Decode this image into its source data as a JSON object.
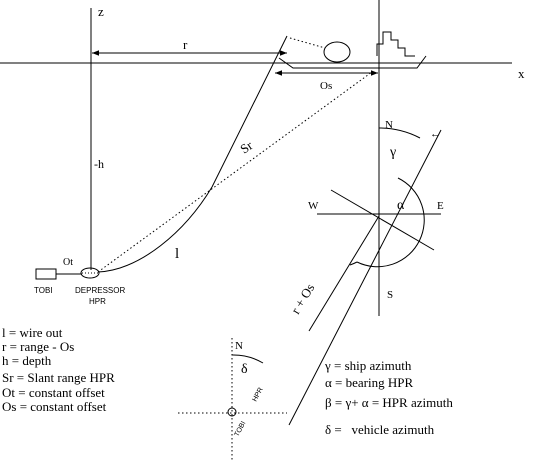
{
  "axes": {
    "z": "z",
    "x": "x",
    "depth": "-h"
  },
  "labels": {
    "range": "r",
    "os": "Os",
    "slant": "Sr",
    "wire": "l",
    "ot": "Ot",
    "tobi": "TOBI",
    "depressor": "DEPRESSOR",
    "hpr": "HPR",
    "r_plus_os": "r + Os",
    "tobi_rot": "TOBI",
    "hpr_rot": "HPR"
  },
  "compass_main": {
    "n": "N",
    "e": "E",
    "w": "W",
    "s": "S",
    "gamma": "γ",
    "alpha": "α"
  },
  "compass_small": {
    "n": "N",
    "delta": "δ"
  },
  "legend_left": [
    "l = wire out",
    "r = range - Os",
    "h = depth",
    "Sr = Slant range HPR",
    "Ot = constant offset",
    "Os = constant offset"
  ],
  "legend_right": [
    "γ = ship azimuth",
    "α = bearing HPR",
    "β =  γ+ α = HPR azimuth",
    "δ =   vehicle azimuth"
  ]
}
